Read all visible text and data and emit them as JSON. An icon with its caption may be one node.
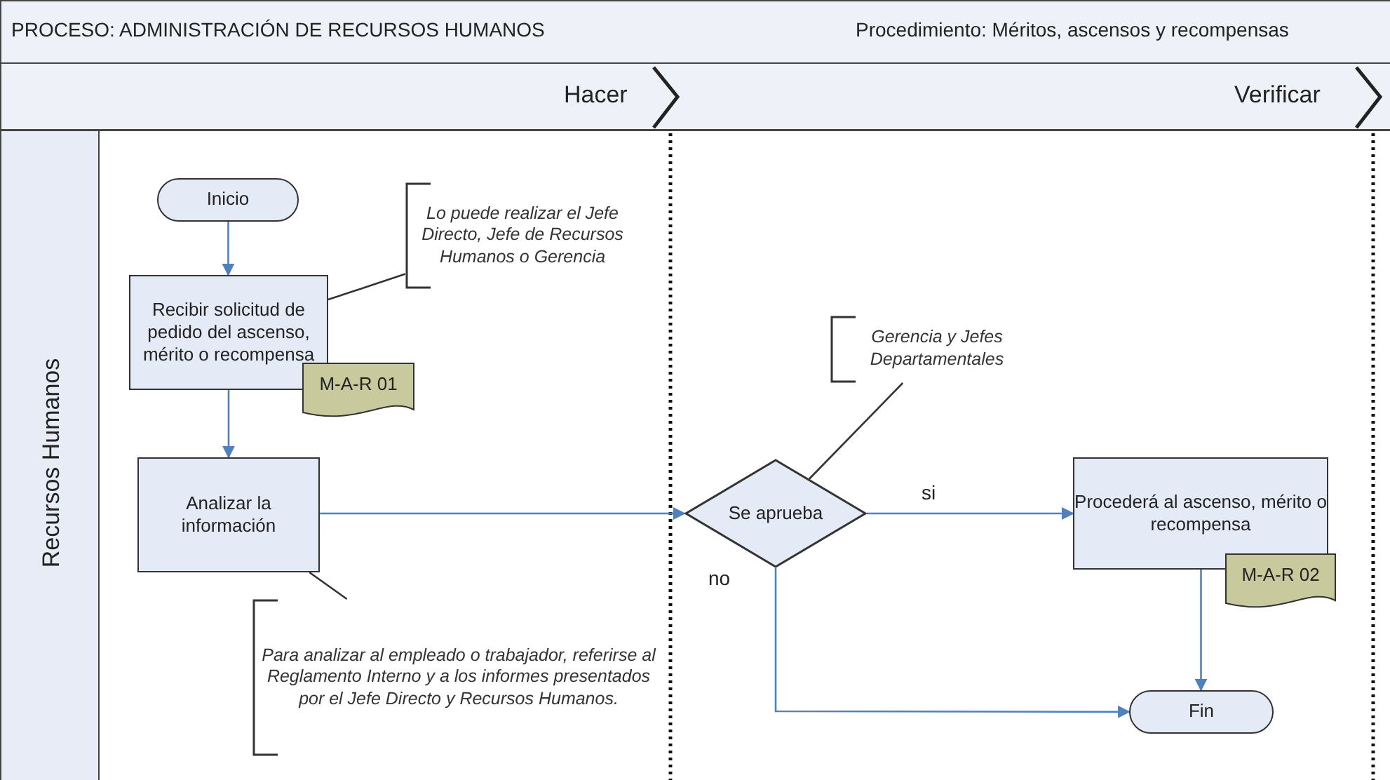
{
  "diagram": {
    "title": "PROCESO: ADMINISTRACIÓN DE RECURSOS HUMANOS",
    "nodes": [
      {
        "text": [
          "Inicio"
        ]
      },
      {
        "text": [
          "Recibir solicitud de pedido del ascenso, mérito o recompensa"
        ]
      },
      {
        "text": [
          "M-A-R 01"
        ]
      },
      {
        "text": [
          "Lo puede realizar el Jefe Directo, Jefe de Recursos Humanos o Gerencia"
        ]
      },
      {
        "text": [
          "Analizar la información"
        ]
      },
      {
        "text": [
          "Para analizar al empleado o trabajador, referirse al Reglamento Interno y a los informes presentados por el Jefe Directo y Recursos Humanos."
        ]
      },
      {
        "text": [
          "Se aprueba"
        ]
      },
      {
        "text": [
          "Gerencia y Jefes Departamentales"
        ]
      },
      {
        "text": [
          "Procederá al ascenso, mérito o recompensa"
        ]
      },
      {
        "text": [
          "M-A-R 02"
        ]
      },
      {
        "text": [
          "Fin"
        ]
      }
    ],
    "edges": [
      {
        "from": 0,
        "to": 1,
        "arrow": "to"
      },
      {
        "from": 1,
        "to": 4,
        "arrow": "to"
      },
      {
        "from": 4,
        "to": 6,
        "arrow": "to"
      },
      {
        "from": 6,
        "to": 8,
        "arrow": "to",
        "label": "si"
      },
      {
        "from": 6,
        "to": 10,
        "arrow": "to",
        "label": "no"
      },
      {
        "from": 8,
        "to": 10,
        "arrow": "to"
      },
      {
        "from": 3,
        "to": 1,
        "arrow": "none",
        "color": "#333333"
      },
      {
        "from": 5,
        "to": 4,
        "arrow": "none",
        "color": "#333333"
      },
      {
        "from": 7,
        "to": 6,
        "arrow": "none",
        "color": "#333333"
      }
    ],
    "labels": [
      "Procedimiento: Méritos, ascensos y recompensas",
      "Hacer",
      "Verificar",
      "Recursos Humanos"
    ]
  }
}
